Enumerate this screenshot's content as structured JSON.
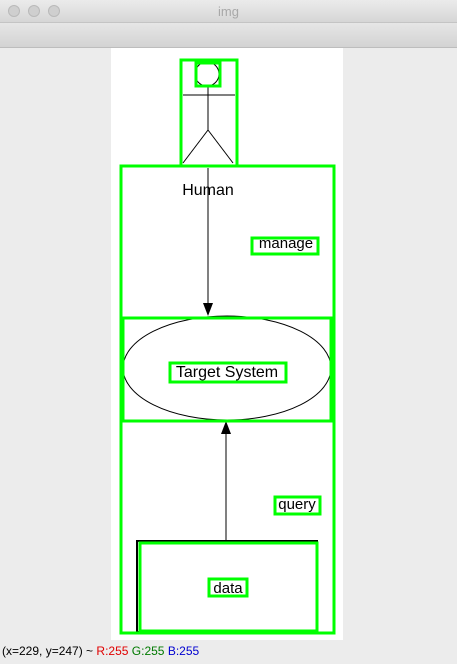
{
  "window": {
    "title": "img",
    "buttons": [
      "close",
      "minimize",
      "zoom"
    ]
  },
  "diagram": {
    "actor_label": "Human",
    "flow_label_manage": "manage",
    "system_label": "Target System",
    "flow_label_query": "query",
    "store_label": "data"
  },
  "status": {
    "coords": "(x=229, y=247) ~",
    "r": "R:255",
    "g": "G:255",
    "b": "B:255"
  },
  "colors": {
    "detection_box": "#00ff00",
    "stroke": "#000000",
    "canvas": "#ffffff"
  }
}
